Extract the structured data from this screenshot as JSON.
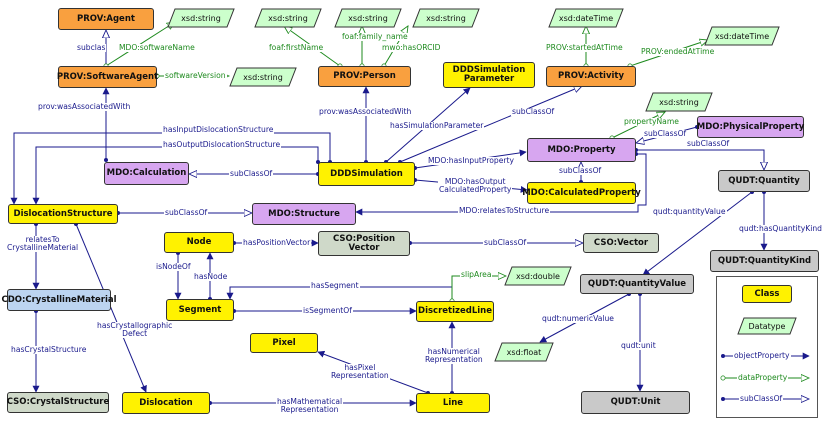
{
  "nodes": {
    "prov_agent": "PROV:Agent",
    "prov_software_agent": "PROV:SoftwareAgent",
    "prov_person": "PROV:Person",
    "ddd_sim_param": "DDDSimulation\nParameter",
    "prov_activity": "PROV:Activity",
    "mdo_calculation": "MDO:Calculation",
    "ddd_simulation": "DDDSimulation",
    "mdo_property": "MDO:Property",
    "mdo_physical_property": "MDO:PhysicalProperty",
    "mdo_calculated_property": "MDO:CalculatedProperty",
    "qudt_quantity": "QUDT:Quantity",
    "dislocation_structure": "DislocationStructure",
    "mdo_structure": "MDO:Structure",
    "node": "Node",
    "cso_position_vector": "CSO:Position\nVector",
    "cso_vector": "CSO:Vector",
    "qudt_quantity_kind": "QUDT:QuantityKind",
    "cdo_crystalline_material": "CDO:CrystallineMaterial",
    "segment": "Segment",
    "discretized_line": "DiscretizedLine",
    "qudt_quantity_value": "QUDT:QuantityValue",
    "pixel": "Pixel",
    "cso_crystal_structure": "CSO:CrystalStructure",
    "dislocation": "Dislocation",
    "line": "Line",
    "qudt_unit": "QUDT:Unit"
  },
  "datatypes": {
    "xsd_string_1": "xsd:string",
    "xsd_string_2": "xsd:string",
    "xsd_string_3": "xsd:string",
    "xsd_string_4": "xsd:string",
    "xsd_string_5": "xsd:string",
    "xsd_string_6": "xsd:string",
    "xsd_datetime_1": "xsd:dateTime",
    "xsd_datetime_2": "xsd:dateTime",
    "xsd_double": "xsd:double",
    "xsd_float": "xsd:float"
  },
  "labels": {
    "subclass_agent": "subclas",
    "mdo_software_name": "MDO:softwareName",
    "software_version": "softwareVersion",
    "foaf_first_name": "foaf:firstName",
    "foaf_family_name": "foaf:family_name",
    "mwo_has_orcid": "mwo:hasORCID",
    "prov_started_at": "PROV:startedAtTime",
    "prov_ended_at": "PROV:endedAtTime",
    "prov_was_assoc_1": "prov:wasAssociatedWith",
    "prov_was_assoc_2": "prov:wasAssociatedWith",
    "has_sim_param": "hasSimulationParameter",
    "subclass_activity": "subClassOf",
    "property_name": "propertyName",
    "subclass_phys": "subClassOf",
    "subclass_quantity": "subClassOf",
    "has_input_dislocation": "hasInputDislocationStructure",
    "has_output_dislocation": "hasOutputDislocationStructure",
    "subclass_calc": "subClassOf",
    "mdo_has_input_property": "MDO:hasInputProperty",
    "mdo_has_output_calc_prop": "MDO:hasOutput\nCalculatedProperty",
    "subclass_calcprop": "subClassOf",
    "mdo_relates_to_structure": "MDO:relatesToStructure",
    "subclass_structure": "subClassOf",
    "qudt_quantity_value": "qudt:quantityValue",
    "qudt_has_quantity_kind": "qudt:hasQuantityKind",
    "relates_to_crystalline": "relatesTo\nCrystallineMaterial",
    "has_position_vector": "hasPositionVector",
    "subclass_vector": "subClassOf",
    "is_node_of": "isNodeOf",
    "has_node": "hasNode",
    "has_segment": "hasSegment",
    "slip_area": "slipArea",
    "is_segment_of": "isSegmentOf",
    "has_crystallographic_defect": "hasCrystallographic\nDefect",
    "has_crystal_structure": "hasCrystalStructure",
    "qudt_numeric_value": "qudt:numericValue",
    "qudt_unit_prop": "qudt:unit",
    "has_pixel_repr": "hasPixel\nRepresentation",
    "has_numerical_repr": "hasNumerical\nRepresentation",
    "has_mathematical_repr": "hasMathematical\nRepresentation"
  },
  "legend": {
    "class_label": "Class",
    "datatype_label": "Datatype",
    "object_property": "objectProperty",
    "data_property": "dataProperty",
    "subclass_of": "subClassOf"
  },
  "colors": {
    "prov": "#f9a03f",
    "ddd": "#fff200",
    "mdo": "#d7a6f0",
    "qudt": "#c9c9c9",
    "cdo": "#bcd4f0",
    "cso": "#cfd9c9",
    "datatype": "#ccffcc",
    "object_edge": "#1a1a8c",
    "data_edge": "#1e8a1e"
  }
}
